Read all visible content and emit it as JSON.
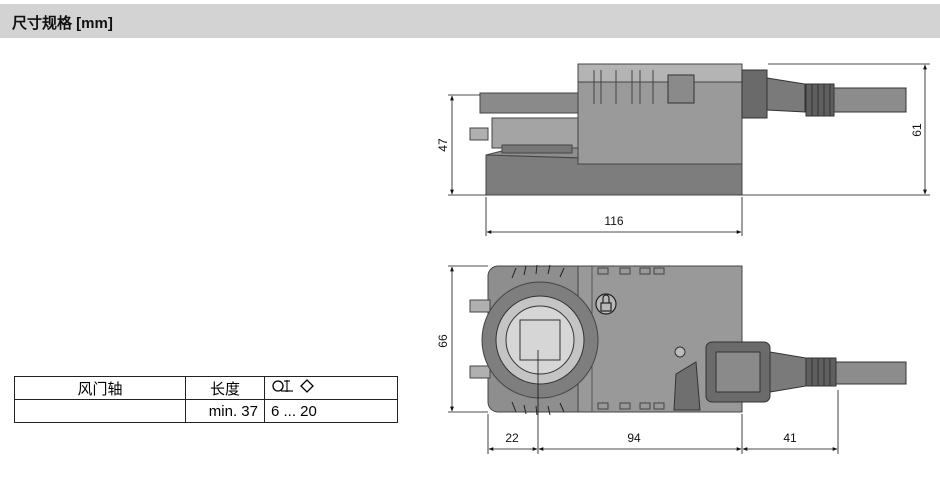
{
  "header": {
    "title": "尺寸规格 [mm]"
  },
  "table": {
    "headers": [
      "风门轴",
      "长度"
    ],
    "rows": [
      [
        "",
        "min. 37",
        "6 ... 20"
      ]
    ]
  },
  "side_view": {
    "dim_length": "116",
    "dim_height_left": "47",
    "dim_height_right": "61"
  },
  "top_view": {
    "dim_width": "66",
    "dim_a": "22",
    "dim_b": "94",
    "dim_c": "41"
  },
  "icons": {
    "shaft_symbol": "round-square-shaft-icon",
    "manual_override": "lock-icon"
  }
}
